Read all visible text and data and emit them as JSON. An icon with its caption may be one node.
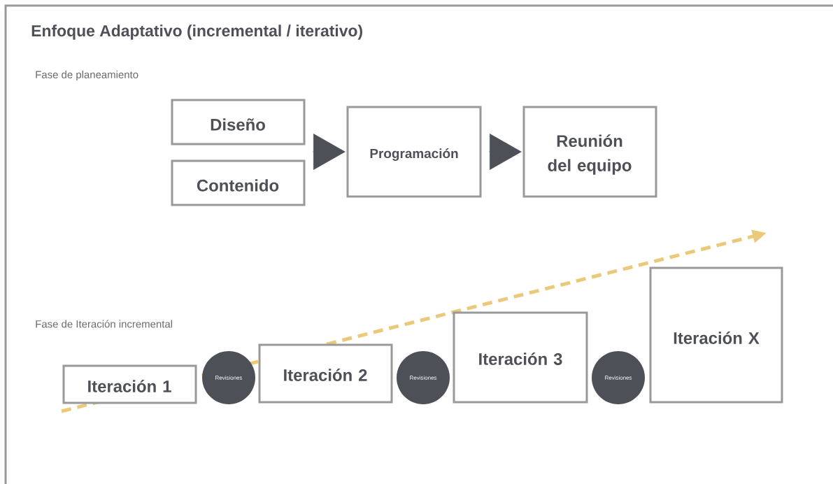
{
  "diagram": {
    "title": "Enfoque Adaptativo (incremental / iterativo)",
    "nodes": [
      {
        "text": [
          "Diseño"
        ]
      },
      {
        "text": [
          "Contenido"
        ]
      },
      {
        "text": [
          "Programación"
        ]
      },
      {
        "text": [
          "Reunión del equipo"
        ]
      },
      {
        "text": [
          "Iteración 1"
        ]
      },
      {
        "text": [
          "Revisiones"
        ]
      },
      {
        "text": [
          "Iteración 2"
        ]
      },
      {
        "text": [
          "Revisiones"
        ]
      },
      {
        "text": [
          "Iteración 3"
        ]
      },
      {
        "text": [
          "Revisiones"
        ]
      },
      {
        "text": [
          "Iteración X"
        ]
      }
    ],
    "edges": [
      {
        "from": 0,
        "to": 2,
        "arrow": "to"
      },
      {
        "from": 1,
        "to": 2,
        "arrow": "to"
      },
      {
        "from": 2,
        "to": 3,
        "arrow": "to"
      }
    ],
    "labels": [
      "Fase de planeamiento",
      "Fase de Iteración incremental"
    ]
  }
}
